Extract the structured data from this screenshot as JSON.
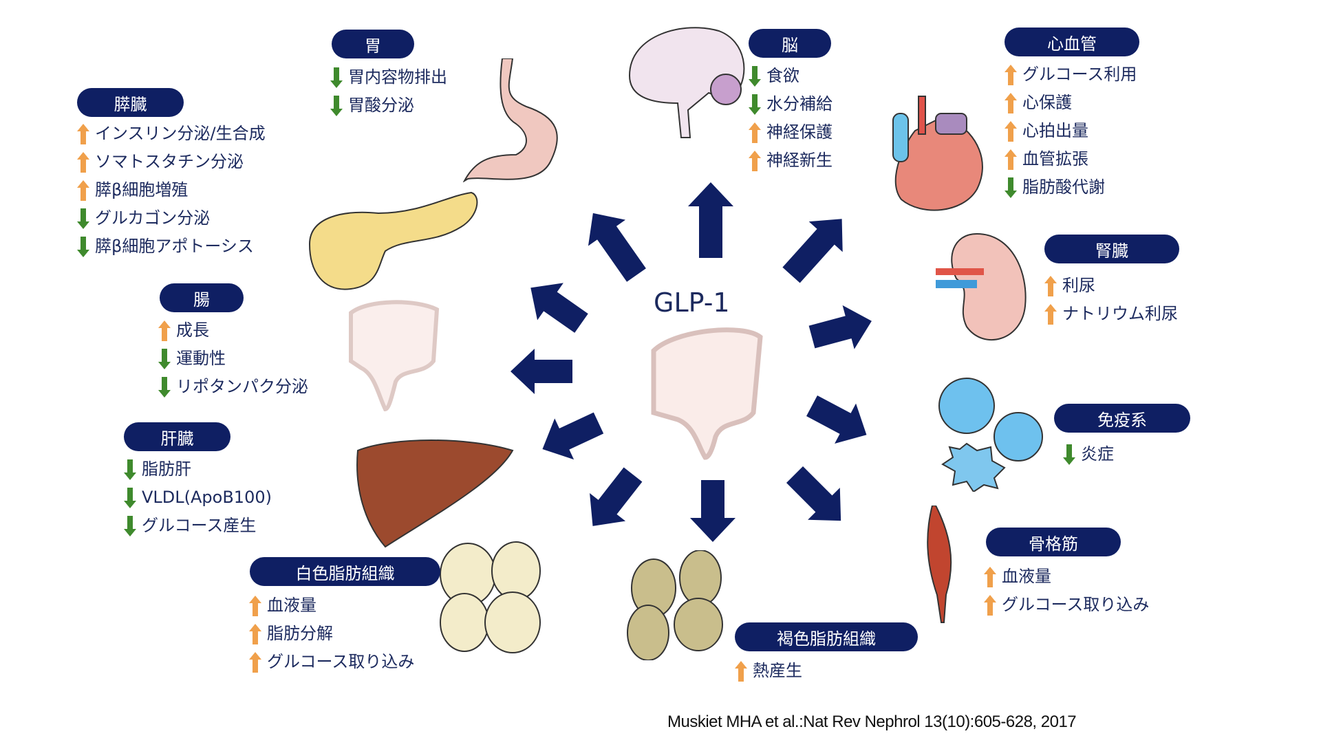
{
  "center": {
    "label": "GLP-1"
  },
  "colors": {
    "pill_bg": "#0f1f63",
    "text": "#1c2a5e",
    "arrow": "#0f1f63",
    "up": "#f0a04b",
    "down": "#3f8a2d"
  },
  "organs": {
    "pancreas": {
      "title": "膵臓",
      "effects": [
        {
          "dir": "up",
          "text": "インスリン分泌/生合成"
        },
        {
          "dir": "up",
          "text": "ソマトスタチン分泌"
        },
        {
          "dir": "up",
          "text": "膵β細胞増殖"
        },
        {
          "dir": "down",
          "text": "グルカゴン分泌"
        },
        {
          "dir": "down",
          "text": "膵β細胞アポトーシス"
        }
      ]
    },
    "stomach": {
      "title": "胃",
      "effects": [
        {
          "dir": "down",
          "text": "胃内容物排出"
        },
        {
          "dir": "down",
          "text": "胃酸分泌"
        }
      ]
    },
    "brain": {
      "title": "脳",
      "effects": [
        {
          "dir": "down",
          "text": "食欲"
        },
        {
          "dir": "down",
          "text": "水分補給"
        },
        {
          "dir": "up",
          "text": "神経保護"
        },
        {
          "dir": "up",
          "text": "神経新生"
        }
      ]
    },
    "cardiovascular": {
      "title": "心血管",
      "effects": [
        {
          "dir": "up",
          "text": "グルコース利用"
        },
        {
          "dir": "up",
          "text": "心保護"
        },
        {
          "dir": "up",
          "text": "心拍出量"
        },
        {
          "dir": "up",
          "text": "血管拡張"
        },
        {
          "dir": "down",
          "text": "脂肪酸代謝"
        }
      ]
    },
    "intestine": {
      "title": "腸",
      "effects": [
        {
          "dir": "up",
          "text": "成長"
        },
        {
          "dir": "down",
          "text": "運動性"
        },
        {
          "dir": "down",
          "text": "リポタンパク分泌"
        }
      ]
    },
    "kidney": {
      "title": "腎臓",
      "effects": [
        {
          "dir": "up",
          "text": "利尿"
        },
        {
          "dir": "up",
          "text": "ナトリウム利尿"
        }
      ]
    },
    "liver": {
      "title": "肝臓",
      "effects": [
        {
          "dir": "down",
          "text": "脂肪肝"
        },
        {
          "dir": "down",
          "text": "VLDL(ApoB100)"
        },
        {
          "dir": "down",
          "text": "グルコース産生"
        }
      ]
    },
    "immune": {
      "title": "免疫系",
      "effects": [
        {
          "dir": "down",
          "text": "炎症"
        }
      ]
    },
    "white_adipose": {
      "title": "白色脂肪組織",
      "effects": [
        {
          "dir": "up",
          "text": "血液量"
        },
        {
          "dir": "up",
          "text": "脂肪分解"
        },
        {
          "dir": "up",
          "text": "グルコース取り込み"
        }
      ]
    },
    "brown_adipose": {
      "title": "褐色脂肪組織",
      "effects": [
        {
          "dir": "up",
          "text": "熱産生"
        }
      ]
    },
    "skeletal_muscle": {
      "title": "骨格筋",
      "effects": [
        {
          "dir": "up",
          "text": "血液量"
        },
        {
          "dir": "up",
          "text": "グルコース取り込み"
        }
      ]
    }
  },
  "citation": "Muskiet MHA et al.:Nat Rev Nephrol 13(10):605-628, 2017"
}
